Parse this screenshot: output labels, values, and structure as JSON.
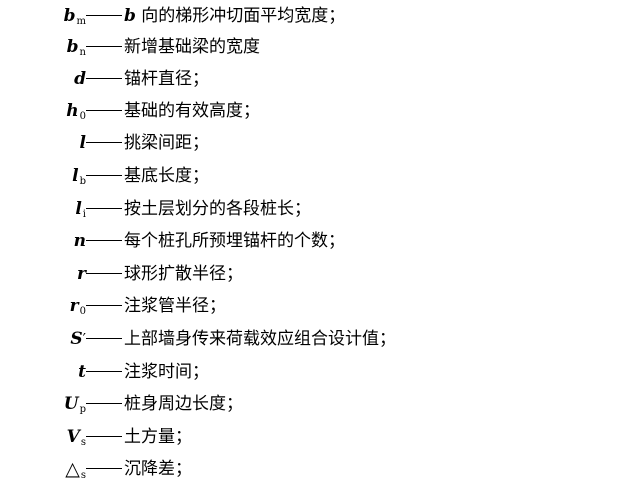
{
  "glossary": {
    "items": [
      {
        "symbol": "b",
        "sub": "m",
        "prime": "",
        "def_var": "b",
        "definition": " 向的梯形冲切面平均宽度；"
      },
      {
        "symbol": "b",
        "sub": "n",
        "prime": "",
        "def_var": "",
        "definition": "新增基础梁的宽度"
      },
      {
        "symbol": "d",
        "sub": "",
        "prime": "",
        "def_var": "",
        "definition": "锚杆直径；"
      },
      {
        "symbol": "h",
        "sub": "0",
        "prime": "",
        "def_var": "",
        "definition": "基础的有效高度；"
      },
      {
        "symbol": "l",
        "sub": "",
        "prime": "",
        "def_var": "",
        "definition": "挑梁间距；"
      },
      {
        "symbol": "l",
        "sub": "b",
        "prime": "",
        "def_var": "",
        "definition": "基底长度；"
      },
      {
        "symbol": "l",
        "sub": "i",
        "prime": "",
        "def_var": "",
        "definition": "按土层划分的各段桩长；"
      },
      {
        "symbol": "n",
        "sub": "",
        "prime": "",
        "def_var": "",
        "definition": "每个桩孔所预埋锚杆的个数；"
      },
      {
        "symbol": "r",
        "sub": "",
        "prime": "",
        "def_var": "",
        "definition": "球形扩散半径；"
      },
      {
        "symbol": "r",
        "sub": "0",
        "prime": "",
        "def_var": "",
        "definition": "注浆管半径；"
      },
      {
        "symbol": "S",
        "sub": "",
        "prime": "′",
        "def_var": "",
        "definition": "上部墙身传来荷载效应组合设计值；"
      },
      {
        "symbol": "t",
        "sub": "",
        "prime": "",
        "def_var": "",
        "definition": "注浆时间；"
      },
      {
        "symbol": "U",
        "sub": "p",
        "prime": "",
        "def_var": "",
        "definition": "桩身周边长度；"
      },
      {
        "symbol": "V",
        "sub": "s",
        "prime": "",
        "def_var": "",
        "definition": "土方量；"
      },
      {
        "symbol": "△",
        "sub": "s",
        "prime": "",
        "def_var": "",
        "definition": "沉降差；"
      }
    ]
  }
}
